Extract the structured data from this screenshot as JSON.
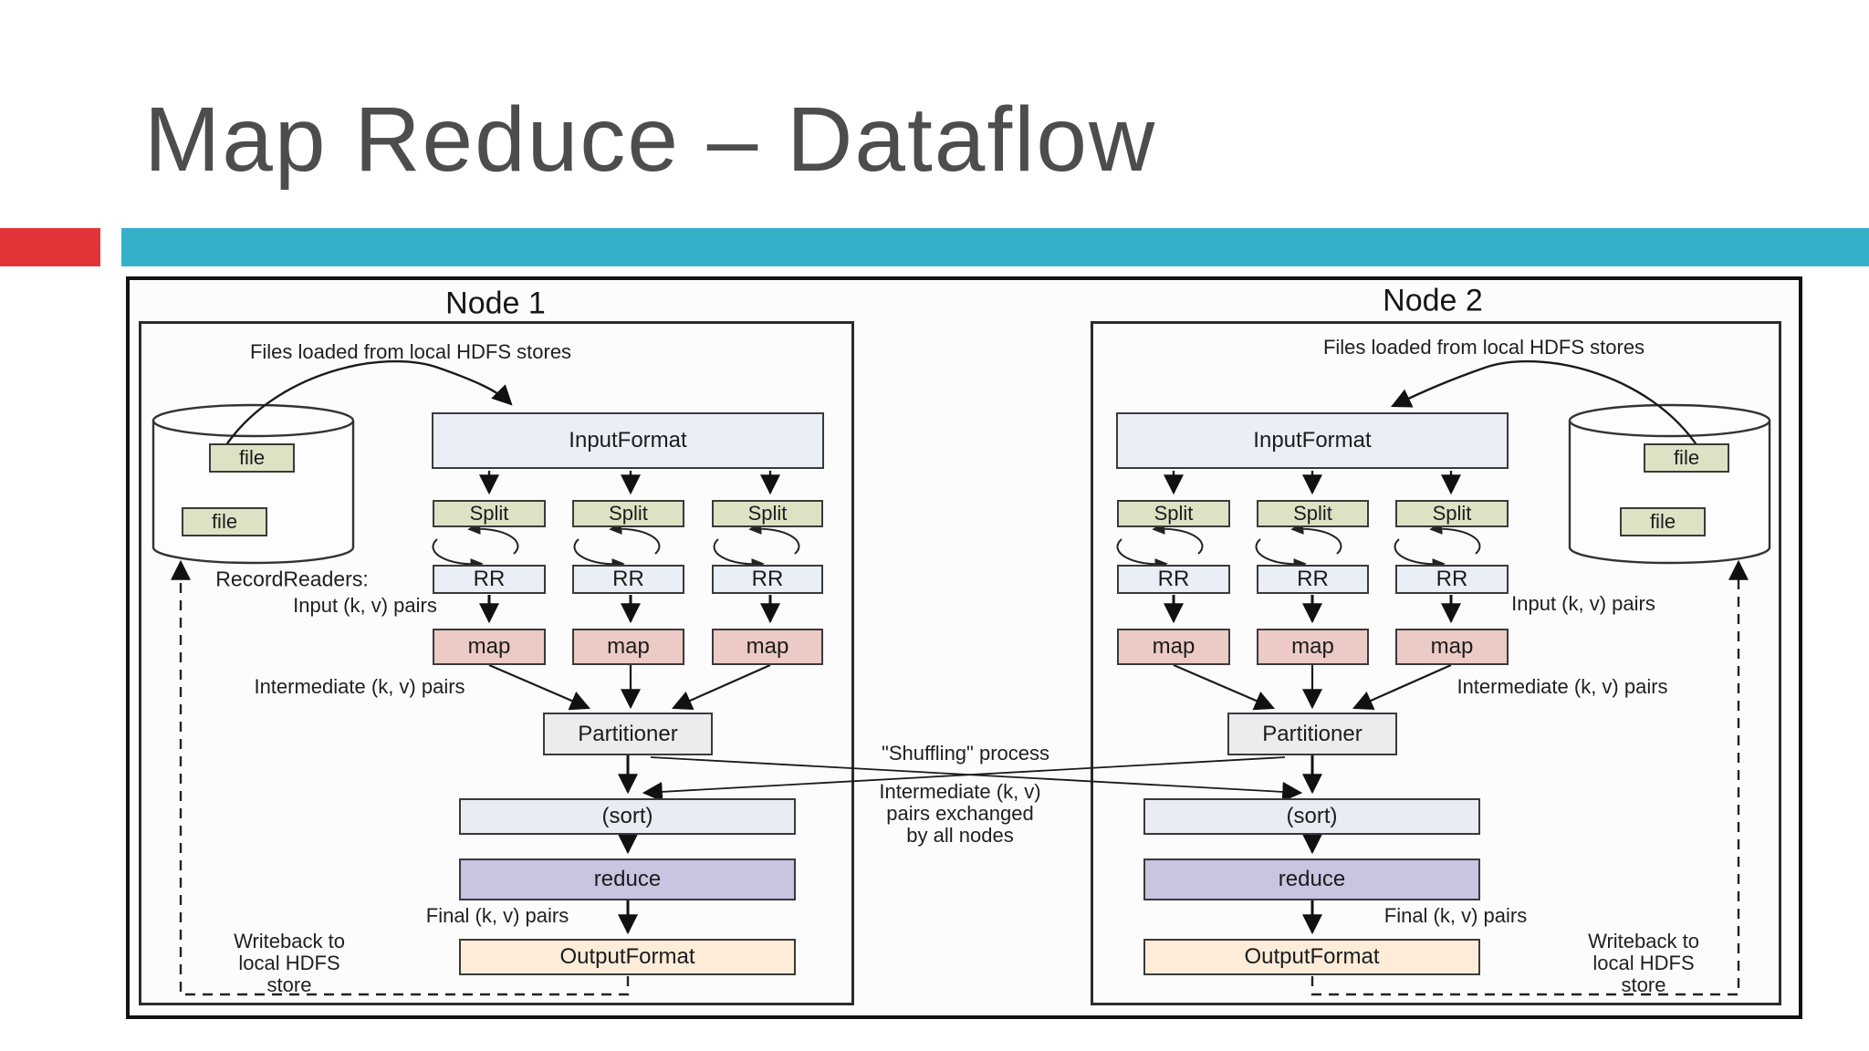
{
  "slide": {
    "title": "Map Reduce – Dataflow"
  },
  "colors": {
    "accent_red": "#e23438",
    "accent_teal": "#36b0c8",
    "title_gray": "#4d4d4d",
    "split_green": "#dde2c5",
    "inputformat_blue": "#eaeef6",
    "map_pink": "#eccac5",
    "partitioner_gray": "#ececef",
    "sort_blue": "#e9edf3",
    "reduce_purple": "#c7c5df",
    "outputformat_cream": "#fcecd8"
  },
  "diagram": {
    "center": {
      "shuffling_label": "\"Shuffling\" process",
      "exchange_lines": [
        "Intermediate (k, v)",
        "pairs exchanged",
        "by all nodes"
      ]
    },
    "node1": {
      "title": "Node 1",
      "files_loaded_label": "Files loaded from local HDFS stores",
      "file_labels": [
        "file",
        "file"
      ],
      "input_format_label": "InputFormat",
      "split_labels": [
        "Split",
        "Split",
        "Split"
      ],
      "record_readers_label": "RecordReaders:",
      "rr_labels": [
        "RR",
        "RR",
        "RR"
      ],
      "input_pairs_label": "Input (k, v) pairs",
      "map_labels": [
        "map",
        "map",
        "map"
      ],
      "intermediate_pairs_label": "Intermediate (k, v) pairs",
      "partitioner_label": "Partitioner",
      "sort_label": "(sort)",
      "reduce_label": "reduce",
      "final_pairs_label": "Final (k, v) pairs",
      "output_format_label": "OutputFormat",
      "writeback_lines": [
        "Writeback to",
        "local HDFS",
        "store"
      ]
    },
    "node2": {
      "title": "Node 2",
      "files_loaded_label": "Files loaded from local HDFS stores",
      "file_labels": [
        "file",
        "file"
      ],
      "input_format_label": "InputFormat",
      "split_labels": [
        "Split",
        "Split",
        "Split"
      ],
      "rr_labels": [
        "RR",
        "RR",
        "RR"
      ],
      "input_pairs_label": "Input (k, v) pairs",
      "map_labels": [
        "map",
        "map",
        "map"
      ],
      "intermediate_pairs_label": "Intermediate (k, v) pairs",
      "partitioner_label": "Partitioner",
      "sort_label": "(sort)",
      "reduce_label": "reduce",
      "final_pairs_label": "Final (k, v) pairs",
      "output_format_label": "OutputFormat",
      "writeback_lines": [
        "Writeback to",
        "local HDFS",
        "store"
      ]
    }
  }
}
